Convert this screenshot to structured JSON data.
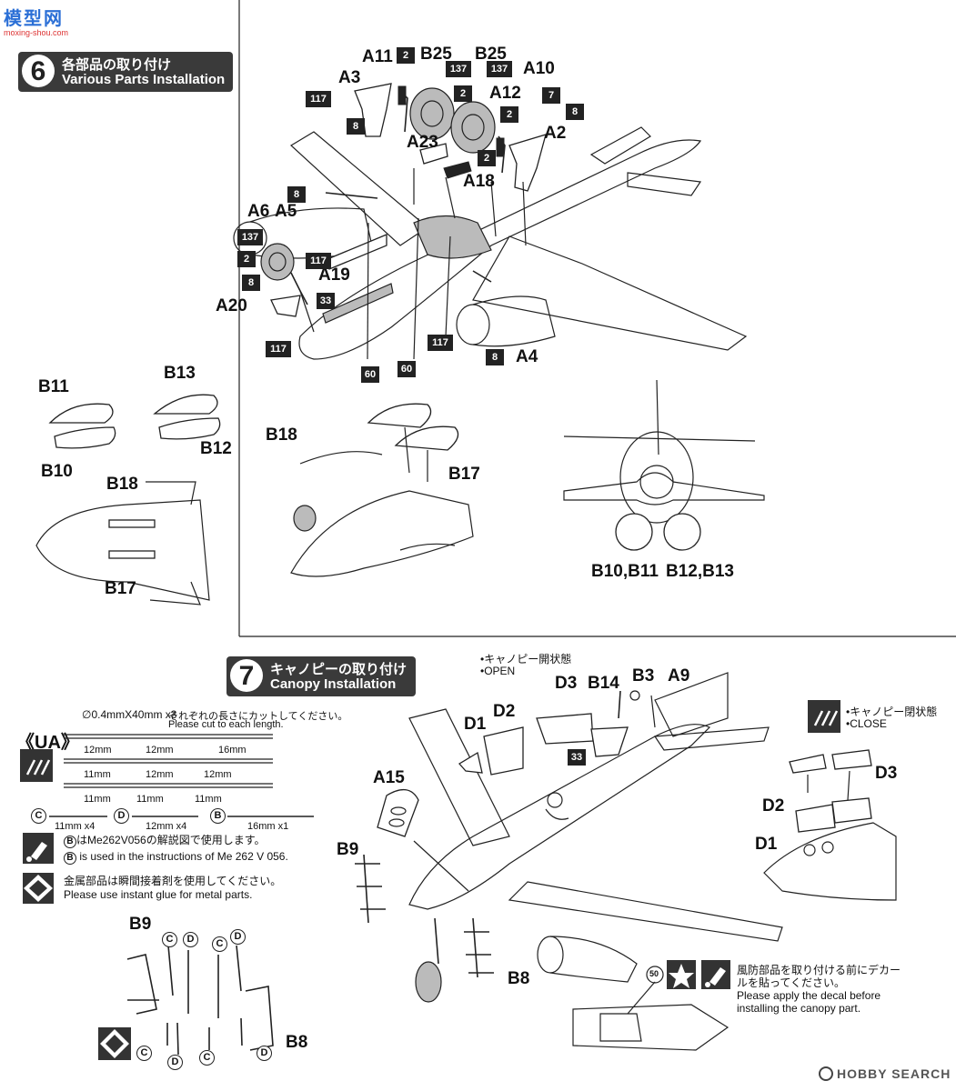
{
  "watermark": {
    "top": "模型网",
    "sub": "moxing-shou.com"
  },
  "step6": {
    "number": "6",
    "title_jp": "各部品の取り付け",
    "title_en": "Various Parts Installation"
  },
  "step7": {
    "number": "7",
    "title_jp": "キャノピーの取り付け",
    "title_en": "Canopy Installation"
  },
  "labels6": {
    "A11": "A11",
    "A3": "A3",
    "B25a": "B25",
    "B25b": "B25",
    "A10": "A10",
    "A12": "A12",
    "A23": "A23",
    "A2": "A2",
    "A18": "A18",
    "A6": "A6",
    "A5": "A5",
    "A19": "A19",
    "A20": "A20",
    "A4": "A4",
    "B11": "B11",
    "B13": "B13",
    "B10": "B10",
    "B12": "B12",
    "B18a": "B18",
    "B17a": "B17",
    "B18b": "B18",
    "B17b": "B17",
    "front_left": "B10,B11",
    "front_right": "B12,B13"
  },
  "colors6": {
    "c117a": "117",
    "c8a": "8",
    "c2a": "2",
    "c137a": "137",
    "c137b": "137",
    "c2b": "2",
    "c7": "7",
    "c2c": "2",
    "c8b": "8",
    "c2d": "2",
    "c8c": "8",
    "c137c": "137",
    "c2e": "2",
    "c117b": "117",
    "c8d": "8",
    "c33": "33",
    "c117c": "117",
    "c60a": "60",
    "c60b": "60",
    "c117d": "117",
    "c8e": "8"
  },
  "step7_labels": {
    "open_jp": "•キャノピー開状態",
    "open_en": "•OPEN",
    "D3": "D3",
    "B14": "B14",
    "B3": "B3",
    "A9": "A9",
    "D2": "D2",
    "D1": "D1",
    "A15": "A15",
    "B9a": "B9",
    "B8a": "B8",
    "c33": "33",
    "close_jp": "•キャノピー閉状態",
    "close_en": "•CLOSE",
    "D2c": "D2",
    "D3c": "D3",
    "D1c": "D1",
    "B9b": "B9",
    "B8b": "B8"
  },
  "ua": {
    "title": "《UA》",
    "wire": "∅0.4mmX40mm x3",
    "cut_jp": "それぞれの長さにカットしてください。",
    "cut_en": "Please cut to each length.",
    "row1": [
      "12mm",
      "12mm",
      "16mm"
    ],
    "row2": [
      "11mm",
      "12mm",
      "12mm"
    ],
    "row3": [
      "11mm",
      "11mm",
      "11mm"
    ],
    "parts": [
      {
        "letter": "C",
        "text": "11mm x4"
      },
      {
        "letter": "D",
        "text": "12mm x4"
      },
      {
        "letter": "B",
        "text": "16mm x1"
      }
    ]
  },
  "notes": {
    "b_jp_letter": "B",
    "b_jp": "はMe262V056の解説図で使用します。",
    "b_en_letter": "B",
    "b_en": " is used in the instructions of Me 262 V 056.",
    "glue_jp": "金属部品は瞬間接着剤を使用してください。",
    "glue_en": "Please use instant glue for metal parts.",
    "decal_jp1": "風防部品を取り付ける前にデカー",
    "decal_jp2": "ルを貼ってください。",
    "decal_en1": "Please apply the decal before",
    "decal_en2": "installing the canopy part.",
    "decal_num": "50"
  },
  "ua_diagram": {
    "C": "C",
    "D": "D"
  },
  "footer": {
    "brand": "HOBBY SEARCH"
  }
}
